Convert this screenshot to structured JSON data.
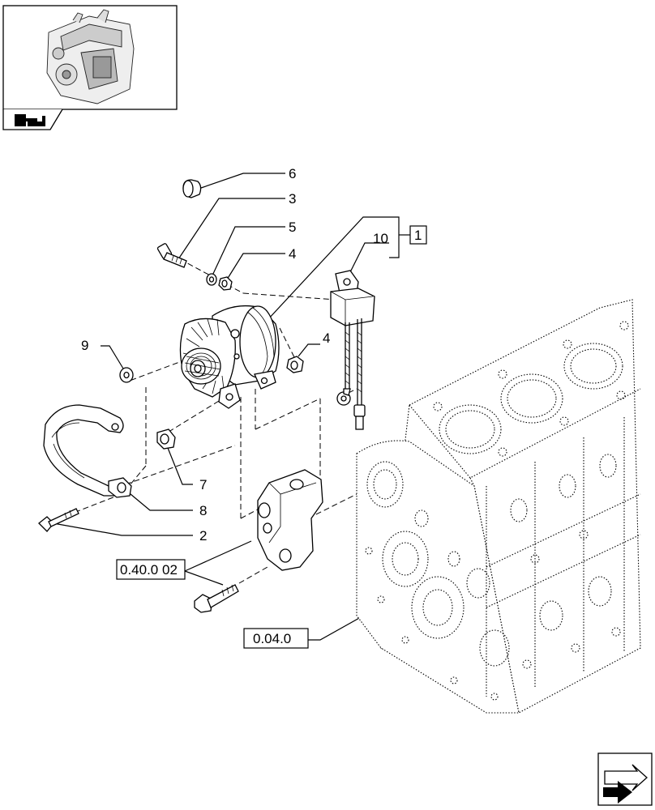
{
  "callouts": {
    "c1": "1",
    "c2": "2",
    "c3": "3",
    "c4a": "4",
    "c4b": "4",
    "c5": "5",
    "c6": "6",
    "c7": "7",
    "c8": "8",
    "c9": "9",
    "c10": "10"
  },
  "references": {
    "ref_a": "0.40.0 02",
    "ref_b": "0.04.0"
  },
  "icons": {
    "thumbnail": "engine-thumbnail",
    "nav_top": "book-arrow-icon",
    "nav_bottom": "next-page-arrow-icon"
  }
}
